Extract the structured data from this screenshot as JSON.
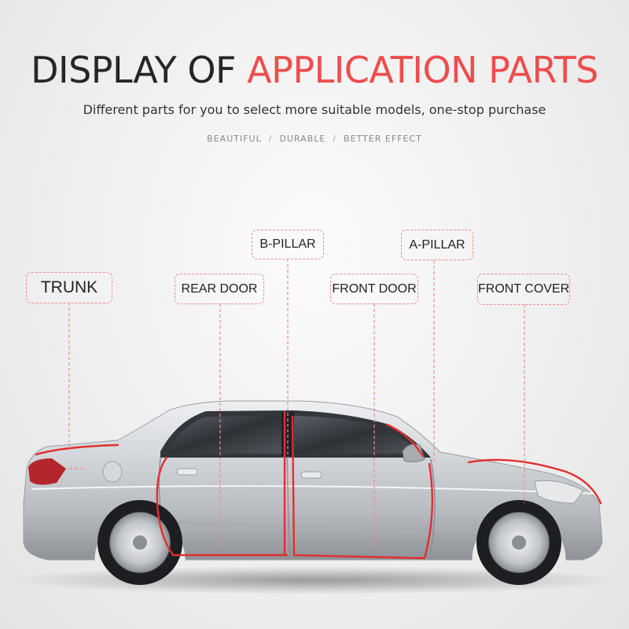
{
  "header": {
    "title_main": "DISPLAY OF ",
    "title_accent": "APPLICATION PARTS",
    "subtitle": "Different parts for you to select more suitable models, one-stop purchase",
    "tags": [
      "BEAUTIFUL",
      "DURABLE",
      "BETTER EFFECT"
    ]
  },
  "labels": {
    "trunk": "TRUNK",
    "rear_door": "REAR DOOR",
    "b_pillar": "B-PILLAR",
    "front_door": "FRONT DOOR",
    "a_pillar": "A-PILLAR",
    "front_cover": "FRONT COVER"
  },
  "colors": {
    "accent": "#ee4d4d",
    "seal_line": "#e03030",
    "label_border": "#f08a8a",
    "car_body": "#c9cbce"
  }
}
